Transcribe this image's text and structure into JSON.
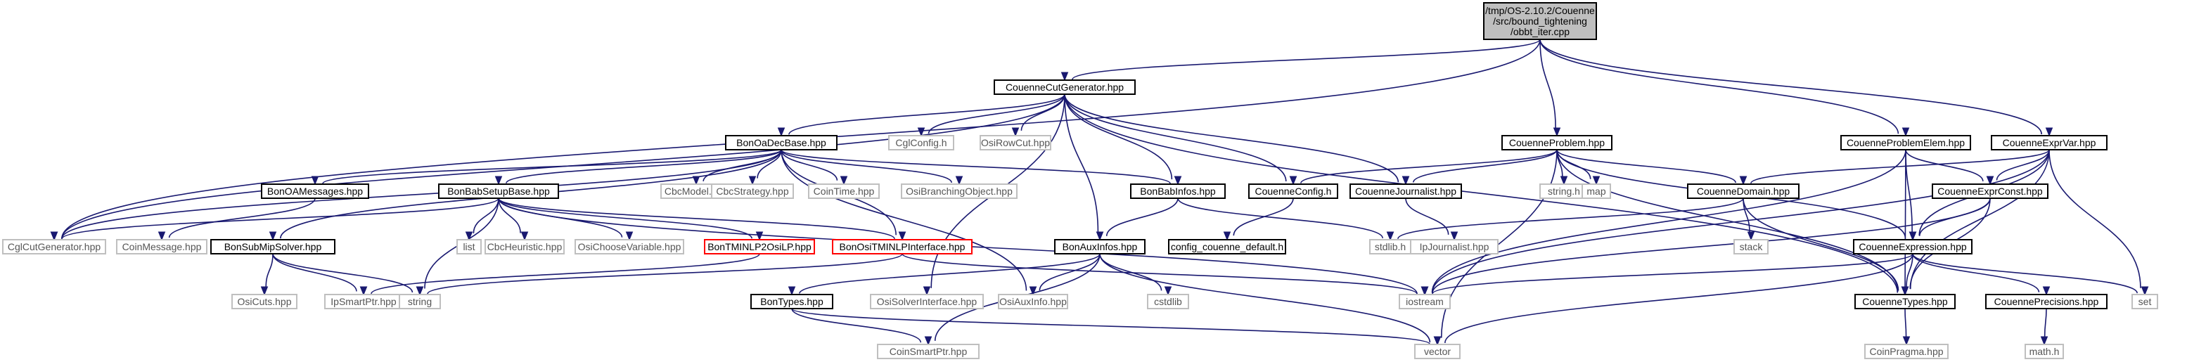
{
  "diagram": {
    "type": "include-dependency-graph",
    "root": "n0",
    "colors": {
      "edge": "#191970",
      "root_fill": "#bfbfbf",
      "documented_border": "#000000",
      "external_border": "#bfbfbf",
      "truncated_border": "#ff0000",
      "text_documented": "#000000",
      "text_external": "#555555"
    },
    "nodes": [
      {
        "id": "n0",
        "lines": [
          "/tmp/OS-2.10.2/Couenne",
          "/src/bound_tightening",
          "/obbt_iter.cpp"
        ],
        "kind": "root"
      },
      {
        "id": "n1",
        "lines": [
          "CouenneCutGenerator.hpp"
        ],
        "kind": "documented"
      },
      {
        "id": "n2",
        "lines": [
          "CouenneProblem.hpp"
        ],
        "kind": "documented"
      },
      {
        "id": "n3",
        "lines": [
          "CouenneProblemElem.hpp"
        ],
        "kind": "documented"
      },
      {
        "id": "n4",
        "lines": [
          "CouenneExprVar.hpp"
        ],
        "kind": "documented"
      },
      {
        "id": "n5",
        "lines": [
          "BonOaDecBase.hpp"
        ],
        "kind": "documented"
      },
      {
        "id": "n6",
        "lines": [
          "CglConfig.h"
        ],
        "kind": "external"
      },
      {
        "id": "n7",
        "lines": [
          "OsiRowCut.hpp"
        ],
        "kind": "external"
      },
      {
        "id": "n8",
        "lines": [
          "BonOAMessages.hpp"
        ],
        "kind": "documented"
      },
      {
        "id": "n9",
        "lines": [
          "BonBabSetupBase.hpp"
        ],
        "kind": "documented"
      },
      {
        "id": "n10",
        "lines": [
          "CbcModel.hpp"
        ],
        "kind": "external"
      },
      {
        "id": "n11",
        "lines": [
          "CbcStrategy.hpp"
        ],
        "kind": "external"
      },
      {
        "id": "n12",
        "lines": [
          "CoinTime.hpp"
        ],
        "kind": "external"
      },
      {
        "id": "n13",
        "lines": [
          "OsiBranchingObject.hpp"
        ],
        "kind": "external"
      },
      {
        "id": "n14",
        "lines": [
          "BonBabInfos.hpp"
        ],
        "kind": "documented"
      },
      {
        "id": "n15",
        "lines": [
          "CouenneConfig.h"
        ],
        "kind": "documented"
      },
      {
        "id": "n16",
        "lines": [
          "CouenneJournalist.hpp"
        ],
        "kind": "documented"
      },
      {
        "id": "n17",
        "lines": [
          "string.h"
        ],
        "kind": "external"
      },
      {
        "id": "n18",
        "lines": [
          "map"
        ],
        "kind": "external"
      },
      {
        "id": "n19",
        "lines": [
          "CouenneDomain.hpp"
        ],
        "kind": "documented"
      },
      {
        "id": "n20",
        "lines": [
          "CouenneExprConst.hpp"
        ],
        "kind": "documented"
      },
      {
        "id": "n21",
        "lines": [
          "CglCutGenerator.hpp"
        ],
        "kind": "external"
      },
      {
        "id": "n22",
        "lines": [
          "CoinMessage.hpp"
        ],
        "kind": "external"
      },
      {
        "id": "n23",
        "lines": [
          "list"
        ],
        "kind": "external"
      },
      {
        "id": "n24",
        "lines": [
          "CbcHeuristic.hpp"
        ],
        "kind": "external"
      },
      {
        "id": "n25",
        "lines": [
          "OsiChooseVariable.hpp"
        ],
        "kind": "external"
      },
      {
        "id": "n26",
        "lines": [
          "BonTMINLP2OsiLP.hpp"
        ],
        "kind": "truncated"
      },
      {
        "id": "n27",
        "lines": [
          "BonOsiTMINLPInterface.hpp"
        ],
        "kind": "truncated"
      },
      {
        "id": "n28",
        "lines": [
          "config_couenne_default.h"
        ],
        "kind": "documented"
      },
      {
        "id": "n29",
        "lines": [
          "stdlib.h"
        ],
        "kind": "external"
      },
      {
        "id": "n30",
        "lines": [
          "IpJournalist.hpp"
        ],
        "kind": "external"
      },
      {
        "id": "n31",
        "lines": [
          "stack"
        ],
        "kind": "external"
      },
      {
        "id": "n32",
        "lines": [
          "CouenneExpression.hpp"
        ],
        "kind": "documented"
      },
      {
        "id": "n33",
        "lines": [
          "BonSubMipSolver.hpp"
        ],
        "kind": "documented"
      },
      {
        "id": "n34",
        "lines": [
          "BonAuxInfos.hpp"
        ],
        "kind": "documented"
      },
      {
        "id": "n35",
        "lines": [
          "OsiCuts.hpp"
        ],
        "kind": "external"
      },
      {
        "id": "n36",
        "lines": [
          "IpSmartPtr.hpp"
        ],
        "kind": "external"
      },
      {
        "id": "n37",
        "lines": [
          "string"
        ],
        "kind": "external"
      },
      {
        "id": "n38",
        "lines": [
          "BonTypes.hpp"
        ],
        "kind": "documented"
      },
      {
        "id": "n39",
        "lines": [
          "OsiSolverInterface.hpp"
        ],
        "kind": "external"
      },
      {
        "id": "n40",
        "lines": [
          "OsiAuxInfo.hpp"
        ],
        "kind": "external"
      },
      {
        "id": "n41",
        "lines": [
          "cstdlib"
        ],
        "kind": "external"
      },
      {
        "id": "n42",
        "lines": [
          "iostream"
        ],
        "kind": "external"
      },
      {
        "id": "n43",
        "lines": [
          "CouenneTypes.hpp"
        ],
        "kind": "documented"
      },
      {
        "id": "n44",
        "lines": [
          "CouennePrecisions.hpp"
        ],
        "kind": "documented"
      },
      {
        "id": "n45",
        "lines": [
          "set"
        ],
        "kind": "external"
      },
      {
        "id": "n46",
        "lines": [
          "CoinSmartPtr.hpp"
        ],
        "kind": "external"
      },
      {
        "id": "n47",
        "lines": [
          "vector"
        ],
        "kind": "external"
      },
      {
        "id": "n48",
        "lines": [
          "CoinPragma.hpp"
        ],
        "kind": "external"
      },
      {
        "id": "n49",
        "lines": [
          "math.h"
        ],
        "kind": "external"
      }
    ],
    "edges": [
      [
        "n0",
        "n1"
      ],
      [
        "n0",
        "n2"
      ],
      [
        "n0",
        "n3"
      ],
      [
        "n0",
        "n4"
      ],
      [
        "n0",
        "n21"
      ],
      [
        "n1",
        "n5"
      ],
      [
        "n1",
        "n6"
      ],
      [
        "n1",
        "n7"
      ],
      [
        "n1",
        "n14"
      ],
      [
        "n1",
        "n15"
      ],
      [
        "n1",
        "n16"
      ],
      [
        "n1",
        "n21"
      ],
      [
        "n1",
        "n34"
      ],
      [
        "n1",
        "n39"
      ],
      [
        "n1",
        "n43"
      ],
      [
        "n5",
        "n8"
      ],
      [
        "n5",
        "n9"
      ],
      [
        "n5",
        "n10"
      ],
      [
        "n5",
        "n11"
      ],
      [
        "n5",
        "n12"
      ],
      [
        "n5",
        "n13"
      ],
      [
        "n5",
        "n14"
      ],
      [
        "n5",
        "n21"
      ],
      [
        "n5",
        "n27"
      ],
      [
        "n5",
        "n33"
      ],
      [
        "n5",
        "n40"
      ],
      [
        "n9",
        "n21"
      ],
      [
        "n9",
        "n23"
      ],
      [
        "n9",
        "n24"
      ],
      [
        "n9",
        "n25"
      ],
      [
        "n9",
        "n26"
      ],
      [
        "n9",
        "n27"
      ],
      [
        "n9",
        "n37"
      ],
      [
        "n9",
        "n42"
      ],
      [
        "n8",
        "n22"
      ],
      [
        "n14",
        "n29"
      ],
      [
        "n14",
        "n34"
      ],
      [
        "n15",
        "n28"
      ],
      [
        "n16",
        "n30"
      ],
      [
        "n2",
        "n15"
      ],
      [
        "n2",
        "n16"
      ],
      [
        "n2",
        "n17"
      ],
      [
        "n2",
        "n18"
      ],
      [
        "n2",
        "n19"
      ],
      [
        "n2",
        "n32"
      ],
      [
        "n2",
        "n43"
      ],
      [
        "n2",
        "n47"
      ],
      [
        "n3",
        "n20"
      ],
      [
        "n3",
        "n32"
      ],
      [
        "n3",
        "n42"
      ],
      [
        "n3",
        "n43"
      ],
      [
        "n4",
        "n19"
      ],
      [
        "n4",
        "n20"
      ],
      [
        "n4",
        "n32"
      ],
      [
        "n4",
        "n42"
      ],
      [
        "n4",
        "n43"
      ],
      [
        "n4",
        "n45"
      ],
      [
        "n19",
        "n29"
      ],
      [
        "n19",
        "n31"
      ],
      [
        "n19",
        "n43"
      ],
      [
        "n20",
        "n32"
      ],
      [
        "n20",
        "n42"
      ],
      [
        "n20",
        "n43"
      ],
      [
        "n32",
        "n42"
      ],
      [
        "n32",
        "n43"
      ],
      [
        "n32",
        "n44"
      ],
      [
        "n32",
        "n45"
      ],
      [
        "n32",
        "n47"
      ],
      [
        "n33",
        "n35"
      ],
      [
        "n33",
        "n36"
      ],
      [
        "n33",
        "n37"
      ],
      [
        "n26",
        "n36"
      ],
      [
        "n27",
        "n37"
      ],
      [
        "n27",
        "n42"
      ],
      [
        "n34",
        "n38"
      ],
      [
        "n34",
        "n40"
      ],
      [
        "n34",
        "n41"
      ],
      [
        "n34",
        "n46"
      ],
      [
        "n34",
        "n47"
      ],
      [
        "n38",
        "n46"
      ],
      [
        "n38",
        "n47"
      ],
      [
        "n43",
        "n48"
      ],
      [
        "n44",
        "n49"
      ]
    ]
  }
}
